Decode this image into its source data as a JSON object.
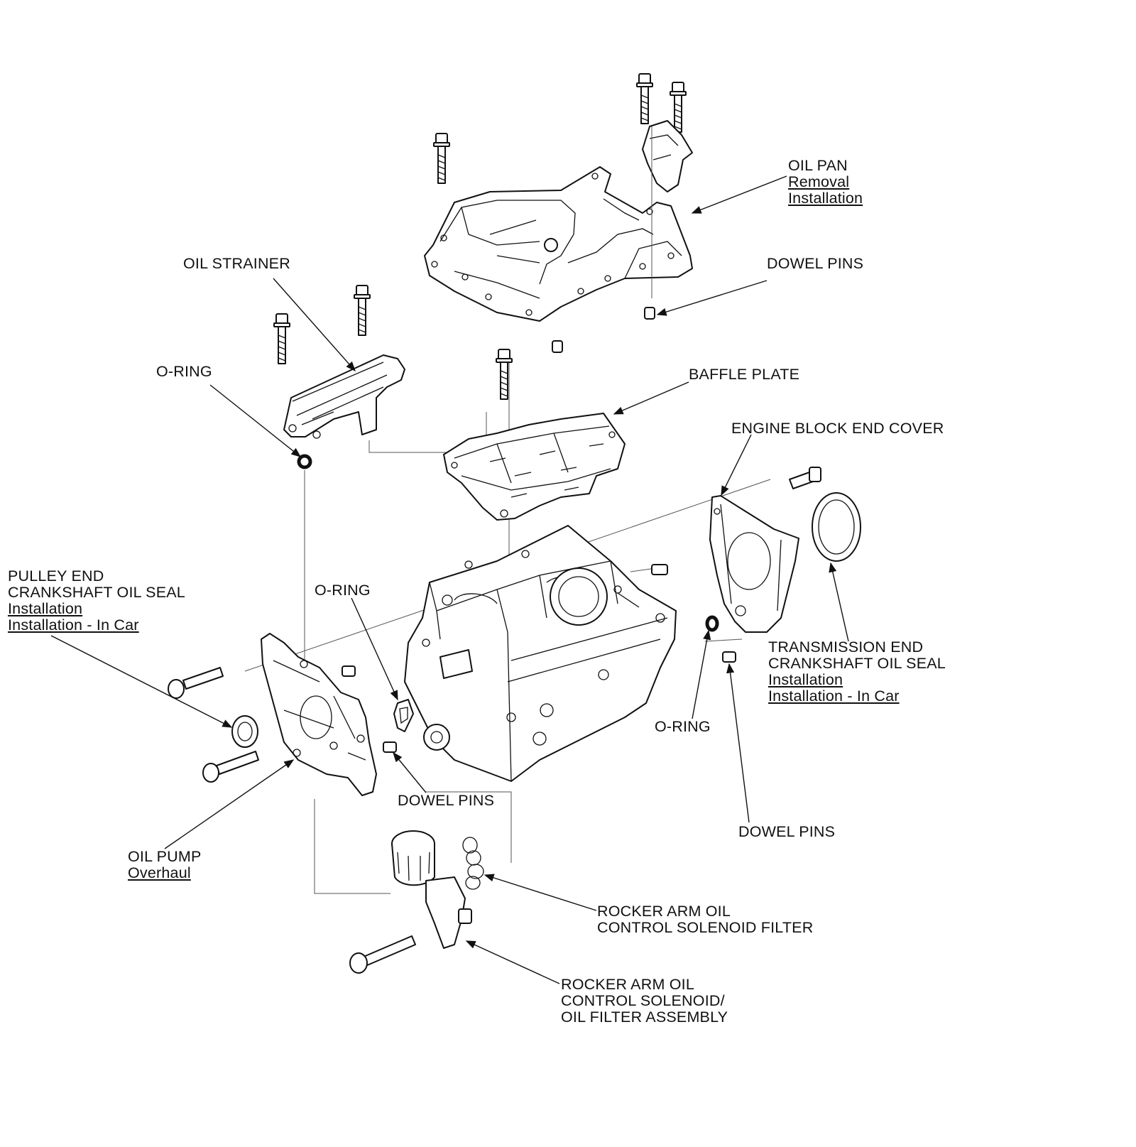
{
  "labels": {
    "oil_pan": {
      "title": "OIL PAN",
      "links": [
        "Removal",
        "Installation"
      ]
    },
    "dowel_pins_top": "DOWEL PINS",
    "oil_strainer": "OIL STRAINER",
    "o_ring_left": "O-RING",
    "baffle_plate": "BAFFLE PLATE",
    "engine_block_end_cover": "ENGINE BLOCK END COVER",
    "pulley_end_seal": {
      "lines": [
        "PULLEY END",
        "CRANKSHAFT OIL SEAL"
      ],
      "links": [
        "Installation",
        "Installation - In Car"
      ]
    },
    "o_ring_center": "O-RING",
    "transmission_end_seal": {
      "lines": [
        "TRANSMISSION END",
        "CRANKSHAFT OIL SEAL"
      ],
      "links": [
        "Installation",
        "Installation - In Car"
      ]
    },
    "o_ring_right": "O-RING",
    "dowel_pins_center": "DOWEL PINS",
    "dowel_pins_right": "DOWEL PINS",
    "oil_pump": {
      "title": "OIL PUMP",
      "links": [
        "Overhaul"
      ]
    },
    "solenoid_filter": {
      "lines": [
        "ROCKER ARM OIL",
        "CONTROL SOLENOID FILTER"
      ]
    },
    "solenoid_assembly": {
      "lines": [
        "ROCKER ARM OIL",
        "CONTROL SOLENOID/",
        "OIL FILTER ASSEMBLY"
      ]
    }
  }
}
